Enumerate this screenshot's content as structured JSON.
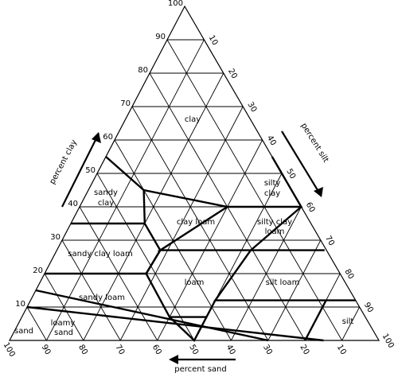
{
  "diagram": {
    "clay_ticks": [
      "100",
      "90",
      "80",
      "70",
      "60",
      "50",
      "40",
      "30",
      "20",
      "10"
    ],
    "silt_ticks": [
      "10",
      "20",
      "30",
      "40",
      "50",
      "60",
      "70",
      "80",
      "90",
      "100"
    ],
    "sand_ticks": [
      "100",
      "90",
      "80",
      "70",
      "60",
      "50",
      "40",
      "30",
      "20",
      "10"
    ],
    "axes": {
      "clay": "percent clay",
      "silt": "percent silt",
      "sand": "percent sand"
    },
    "regions": [
      {
        "name": "clay",
        "text": "clay"
      },
      {
        "name": "silty-clay",
        "text": "silty\nclay"
      },
      {
        "name": "sandy-clay",
        "text": "sandy\nclay"
      },
      {
        "name": "clay-loam",
        "text": "clay loam"
      },
      {
        "name": "silty-clay-loam",
        "text": "silty clay\nloam"
      },
      {
        "name": "sandy-clay-loam",
        "text": "sandy clay loam"
      },
      {
        "name": "loam",
        "text": "loam"
      },
      {
        "name": "silt-loam",
        "text": "silt loam"
      },
      {
        "name": "sandy-loam",
        "text": "sandy loam"
      },
      {
        "name": "loamy-sand",
        "text": "loamy\nsand"
      },
      {
        "name": "sand",
        "text": "sand"
      },
      {
        "name": "silt",
        "text": "silt"
      }
    ]
  }
}
